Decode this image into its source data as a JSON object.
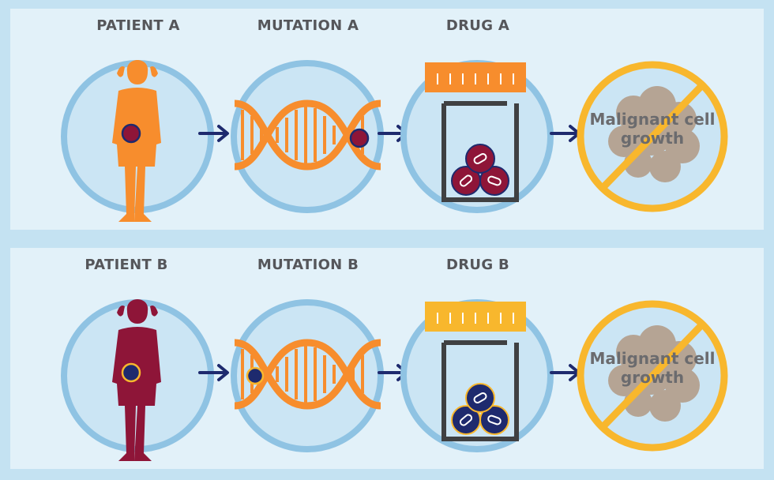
{
  "rows": [
    {
      "patient_label": "PATIENT A",
      "mutation_label": "MUTATION A",
      "drug_label": "DRUG A",
      "outcome_line1": "Malignant cell",
      "outcome_line2": "growth",
      "colors": {
        "patient": "#f78d2d",
        "tumor": "#8e1538",
        "tumor_ring": "#1e2a6e",
        "jar_lid": "#f78d2d",
        "pill": "#8e1538"
      }
    },
    {
      "patient_label": "PATIENT B",
      "mutation_label": "MUTATION B",
      "drug_label": "DRUG B",
      "outcome_line1": "Malignant cell",
      "outcome_line2": "growth",
      "colors": {
        "patient": "#8e1538",
        "tumor": "#1e2a6e",
        "tumor_ring": "#f8b72d",
        "jar_lid": "#f8b72d",
        "pill": "#1e2a6e"
      }
    }
  ],
  "common_colors": {
    "circle": "#8fc3e3",
    "arrow": "#1e2a6e",
    "dna": "#f78d2d",
    "no_sign": "#f8b72d",
    "cells": "#b5a494"
  }
}
